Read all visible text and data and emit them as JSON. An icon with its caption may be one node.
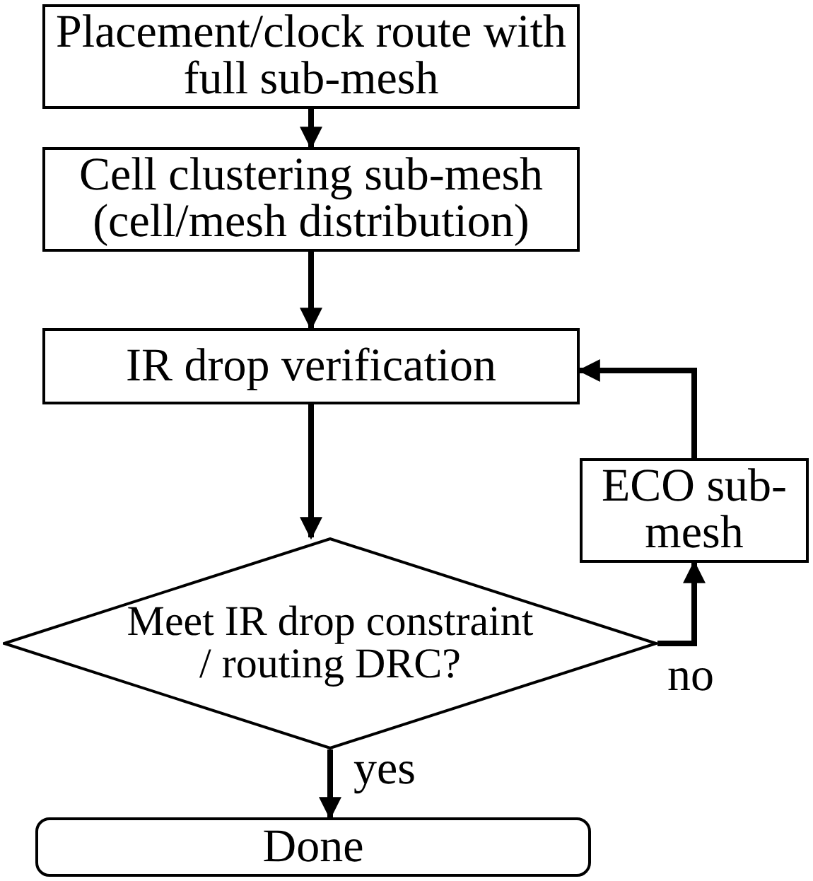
{
  "diagram": {
    "nodes": [
      {
        "text": [
          "Placement/clock route with full sub-mesh"
        ]
      },
      {
        "text": [
          "Cell clustering sub-mesh (cell/mesh distribution)"
        ]
      },
      {
        "text": [
          "IR drop verification"
        ]
      },
      {
        "text": [
          "ECO sub-mesh"
        ]
      },
      {
        "text": [
          "Meet IR drop constraint / routing DRC?"
        ]
      },
      {
        "text": [
          "Done"
        ]
      }
    ],
    "edges": [
      {
        "from": 0,
        "to": 1,
        "arrow": "to"
      },
      {
        "from": 1,
        "to": 2,
        "arrow": "to"
      },
      {
        "from": 2,
        "to": 4,
        "arrow": "to"
      },
      {
        "from": 4,
        "to": 3,
        "arrow": "to",
        "label": "no"
      },
      {
        "from": 3,
        "to": 2,
        "arrow": "to"
      },
      {
        "from": 4,
        "to": 5,
        "arrow": "to",
        "label": "yes"
      }
    ]
  }
}
